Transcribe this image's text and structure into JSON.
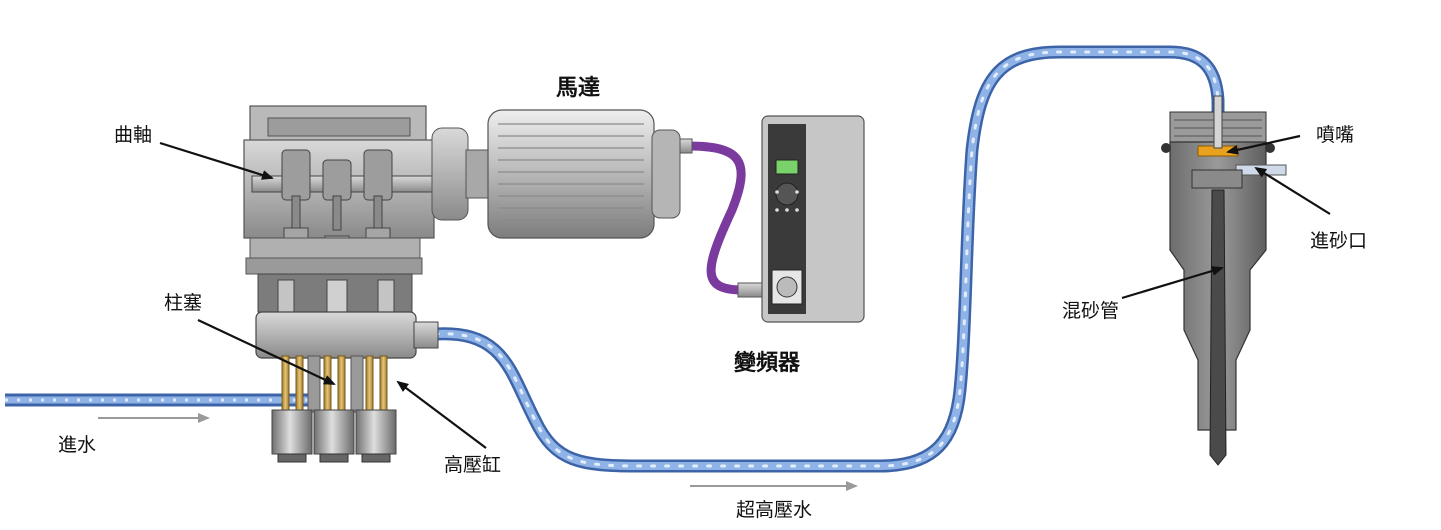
{
  "labels": {
    "motor": "馬達",
    "crankshaft": "曲軸",
    "plunger": "柱塞",
    "inverter": "變頻器",
    "inlet_water": "進水",
    "high_pressure_cylinder": "高壓缸",
    "ultra_high_pressure_water": "超高壓水",
    "nozzle": "噴嘴",
    "sand_inlet": "進砂口",
    "mixing_tube": "混砂管"
  },
  "colors": {
    "water_pipe": "#5b86c9",
    "water_pipe_light": "#a9c6ee",
    "cable": "#7a3a9e",
    "metal": "#b9b9b9",
    "metal_dark": "#6e6e6e",
    "brass": "#c9a24a",
    "nozzle_highlight": "#e8a21e",
    "arrow": "#111111",
    "flow_arrow": "#9a9a9a"
  },
  "icons": {
    "flow_arrow": "right-arrow-icon"
  }
}
